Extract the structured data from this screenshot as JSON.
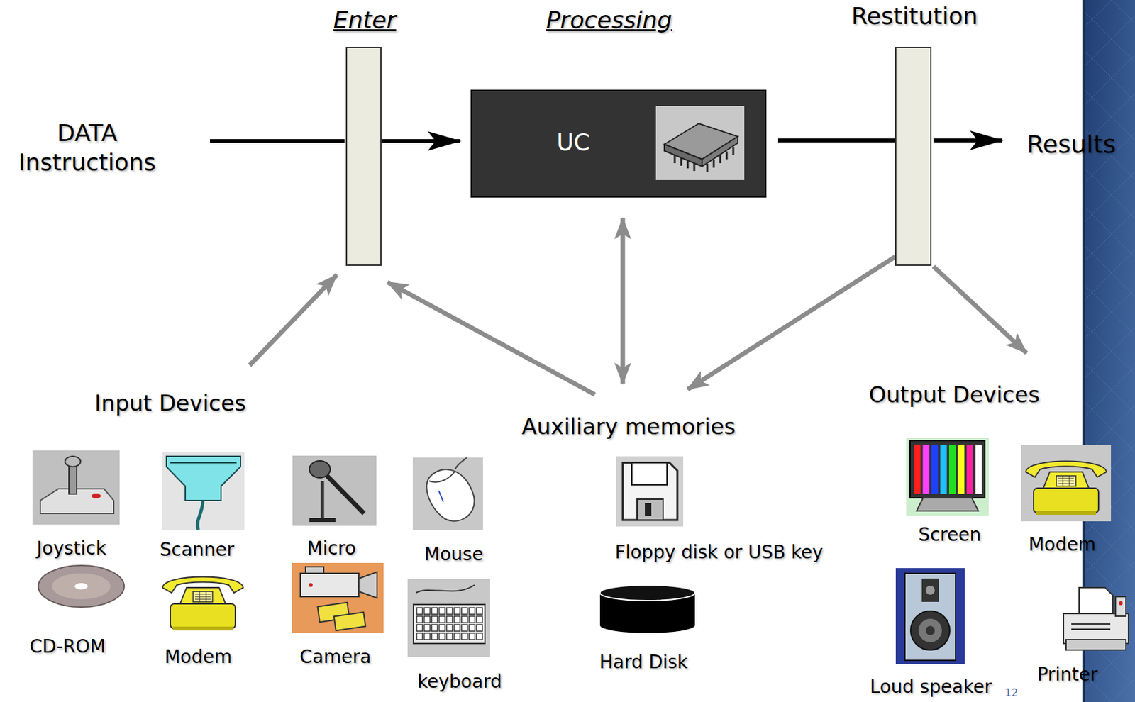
{
  "diagram": {
    "nodes": [
      {
        "text": [
          "Enter"
        ]
      },
      {
        "text": [
          "Processing",
          "UC"
        ]
      },
      {
        "text": [
          "Restitution"
        ]
      }
    ],
    "edges": [
      {
        "from": 0,
        "to": 1,
        "arrow": "to"
      },
      {
        "from": 1,
        "to": 2,
        "arrow": "none"
      }
    ],
    "labels": [
      "DATA Instructions",
      "Results",
      "Input Devices",
      "Joystick",
      "Scanner",
      "Micro",
      "Mouse",
      "CD-ROM",
      "Modem",
      "Camera",
      "keyboard",
      "Auxiliary memories",
      "Floppy disk or USB key",
      "Hard Disk",
      "Output Devices",
      "Screen",
      "Modem",
      "Loud speaker",
      "Printer",
      "12"
    ]
  }
}
